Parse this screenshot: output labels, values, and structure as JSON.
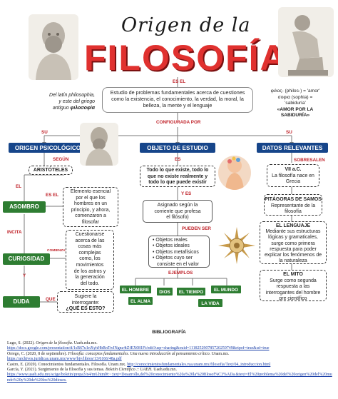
{
  "title": {
    "script": "Origen de la",
    "main": "FILOSOFÍA"
  },
  "labels": {
    "es_el": "ES EL",
    "configurada_por": "CONFIGURADA POR",
    "su_left": "SU",
    "su_right": "SU",
    "segun": "SEGÚN",
    "el": "EL",
    "es_el2": "ES EL",
    "incita": "INCITA",
    "comienzan": "COMIENZAN A",
    "y": "Y",
    "que": "QUE",
    "es": "ES",
    "y_es": "Y ES",
    "pueden_ser": "PUEDEN SER",
    "ejemplos": "EJEMPLOS",
    "sobresalen": "SOBRESALEN"
  },
  "definition": "Estudio de problemas fundamentales acerca de cuestiones como la existencia, el conocimiento, la verdad, la moral, la belleza, la mente y el lenguaje",
  "left_note": {
    "line1": "Del latín philosophia,",
    "line2": "y este del griego",
    "line3": "antiguo",
    "greek": "φιλοσοφία"
  },
  "right_note": {
    "line1": "φιλος- (philos-) = 'amor'",
    "line2": "σοφια (sophia) =",
    "line3": "'sabiduría'",
    "bold1": "«AMOR POR LA",
    "bold2": "SABIDURÍA»"
  },
  "headers": {
    "origen": "ORIGEN PSICOLÓGICO",
    "objeto": "OBJETO DE ESTUDIO",
    "datos": "DATOS RELEVANTES"
  },
  "origen": {
    "aristoteles": "ARISTÓTELES",
    "asombro": "ASOMBRO",
    "curiosidad": "CURIOSIDAD",
    "duda": "DUDA",
    "asombro_desc": [
      "Elemento esencial",
      "por el que los",
      "hombres en un",
      "principio, y ahora,",
      "comenzaron a",
      "filosofar"
    ],
    "curiosidad_desc": [
      "Cuestionarse",
      "acerca de las",
      "cosas más",
      "complejas",
      "como, los",
      "movimientos",
      "de los astros y",
      "la generación",
      "del todo."
    ],
    "duda_desc1": "Sugiere la",
    "duda_desc2": "interrogante:",
    "duda_desc3": "¿QUÉ ES ESTO?"
  },
  "objeto": {
    "todo": [
      "Todo lo que existe, todo lo",
      "que no existe realmente y",
      "todo lo que puede existir"
    ],
    "asignado": [
      "Asignado según la",
      "corriente que profesa",
      "el filósofo)"
    ],
    "objetos": [
      "Objetos reales",
      "Objetos ideales",
      "Objetos metafísicos",
      "Objetos cuyo ser",
      "consiste en el valor"
    ],
    "ejemplos": [
      "EL HOMBRE",
      "DIOS",
      "EL TIEMPO",
      "EL MUNDO",
      "EL ALMA",
      "LA VIDA"
    ]
  },
  "datos": {
    "vii_title": "VII a.C.",
    "vii_desc": [
      "La filosofía nace en",
      "Grecia"
    ],
    "pita_title": "PITÁGORAS DE SAMOS",
    "pita_desc": [
      "Representante de la",
      "filosofía"
    ],
    "lenguaje_title": "EL LENGUAJE",
    "lenguaje_desc": [
      "Mediante sus estructuras",
      "lógicas y gramaticales,",
      "surge como primera",
      "respuesta para poder",
      "explicar los fenómenos de",
      "la naturaleza"
    ],
    "mito_title": "EL MITO",
    "mito_desc": [
      "Surge como segunda",
      "respuesta a las",
      "interrogantes del hombre",
      "pre científico"
    ]
  },
  "bibliografia": {
    "heading": "BIBLIOGRAFÍA",
    "refs": [
      {
        "text": "Lugo, S. (2022). ",
        "italic": "Origen de la filosofía.",
        "rest": " Uaeh.edu.mx."
      },
      {
        "link": "https://docs.google.com/presentation/d/1sB67u1nXyhHbRnTwINgnz4tZfEX081Ft/edit?usp=sharing&ouid=111825290785720259749&rtpof=true&sd=true"
      },
      {
        "text": "Orrego, C. (2020, 8 de septiembre). ",
        "italic": "Filosofía: conceptos fundamentales. Una nueva introducción al pensamiento crítico.",
        "rest": " Unam.mx."
      },
      {
        "link": "https://archivos.juridicas.unam.mx/www/bjv/libros/13/6166/48a.pdf"
      },
      {
        "text": "Castro, E. (2020). Conocimientos fundamentales. Filosofía. Unam.mx. ",
        "link2": "http://conocimientosfundamentales.rua.unam.mx/filosofia/Text/04_introduccion.html"
      },
      {
        "text": "García, Y. (2021). Surgimiento de la filosofía y sus temas. ",
        "italic": "Boletín Científico :: UAEH.",
        "rest": " Uaeh.edu.mx."
      },
      {
        "link": "https://www.uaeh.edu.mx/scige/boletin/prepa3/n4/m6.html#:~:text=Desarrollo,del%20conocimiento%20a%20la%20filosof%C3%ADa.&text=El%20problema%20del%20origen%20del%20mundo%20y%20de%20los%20dioses."
      }
    ]
  }
}
